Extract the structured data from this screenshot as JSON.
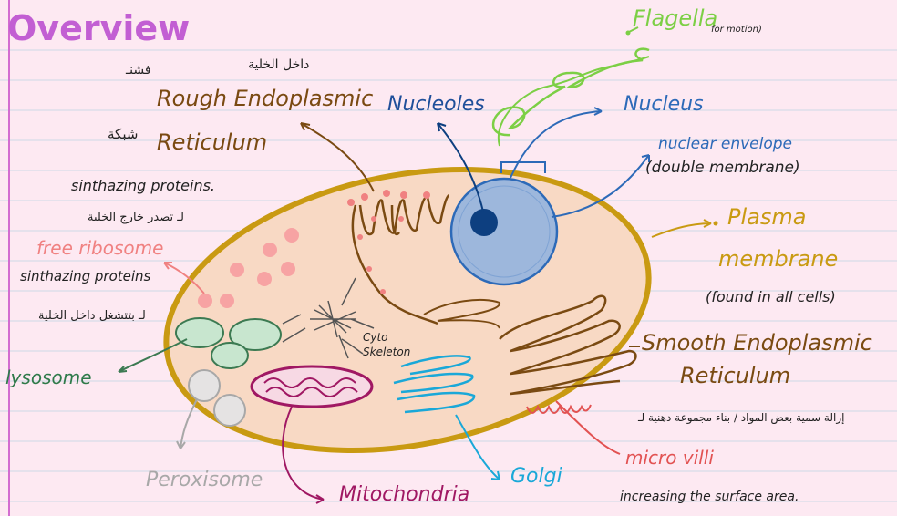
{
  "title": "Overview",
  "labels": {
    "rough_er_arabic_top_left": "فشنـ",
    "rough_er_arabic_top_right": "داخل الخلية",
    "rough_er_line1": "Rough Endoplasmic",
    "rough_er_arabic_mid": "شبكة",
    "rough_er_line2": "Reticulum",
    "rough_er_note": "sinthazing proteins.",
    "rough_er_note_arabic": "لـ تصدر خارج الخلية",
    "free_ribosome": "free ribosome",
    "free_ribosome_note": "sinthazing proteins",
    "free_ribosome_note_arabic": "لـ بتتشغل داخل الخلية",
    "lysosome": "lysosome",
    "peroxisome": "Peroxisome",
    "mitochondria": "Mitochondria",
    "golgi": "Golgi",
    "cytoskeleton_1": "Cyto",
    "cytoskeleton_2": "Skeleton",
    "nucleoles": "Nucleoles",
    "nucleus": "Nucleus",
    "flagella": "Flagella",
    "flagella_note": "for motion)",
    "nuclear_envelope_1": "nuclear envelope",
    "nuclear_envelope_2": "(double membrane)",
    "plasma_1": "Plasma",
    "plasma_2": "membrane",
    "plasma_note": "(found in all cells)",
    "smooth_er_1": "Smooth Endoplasmic",
    "smooth_er_2": "Reticulum",
    "smooth_er_note_arabic": "إزالة سمية بعض المواد / بناء مجموعة دهنية لـ",
    "microvilli": "micro villi",
    "microvilli_note": "increasing the surface area."
  },
  "colors": {
    "background": "#fde9f2",
    "rule_lines": "#cdd9e6",
    "margin_line": "#d36cd0",
    "cytoplasm": "#f8d9c4",
    "membrane": "#c99a12",
    "nucleus": "#9db7dc",
    "nucleolus": "#0d3f80",
    "er": "#7a4a12",
    "ribosome": "#f7a3a3",
    "lysosome": "#3c7a52",
    "mitochondria": "#a01863",
    "golgi": "#1aa8d8",
    "flagella": "#7ccf45"
  }
}
